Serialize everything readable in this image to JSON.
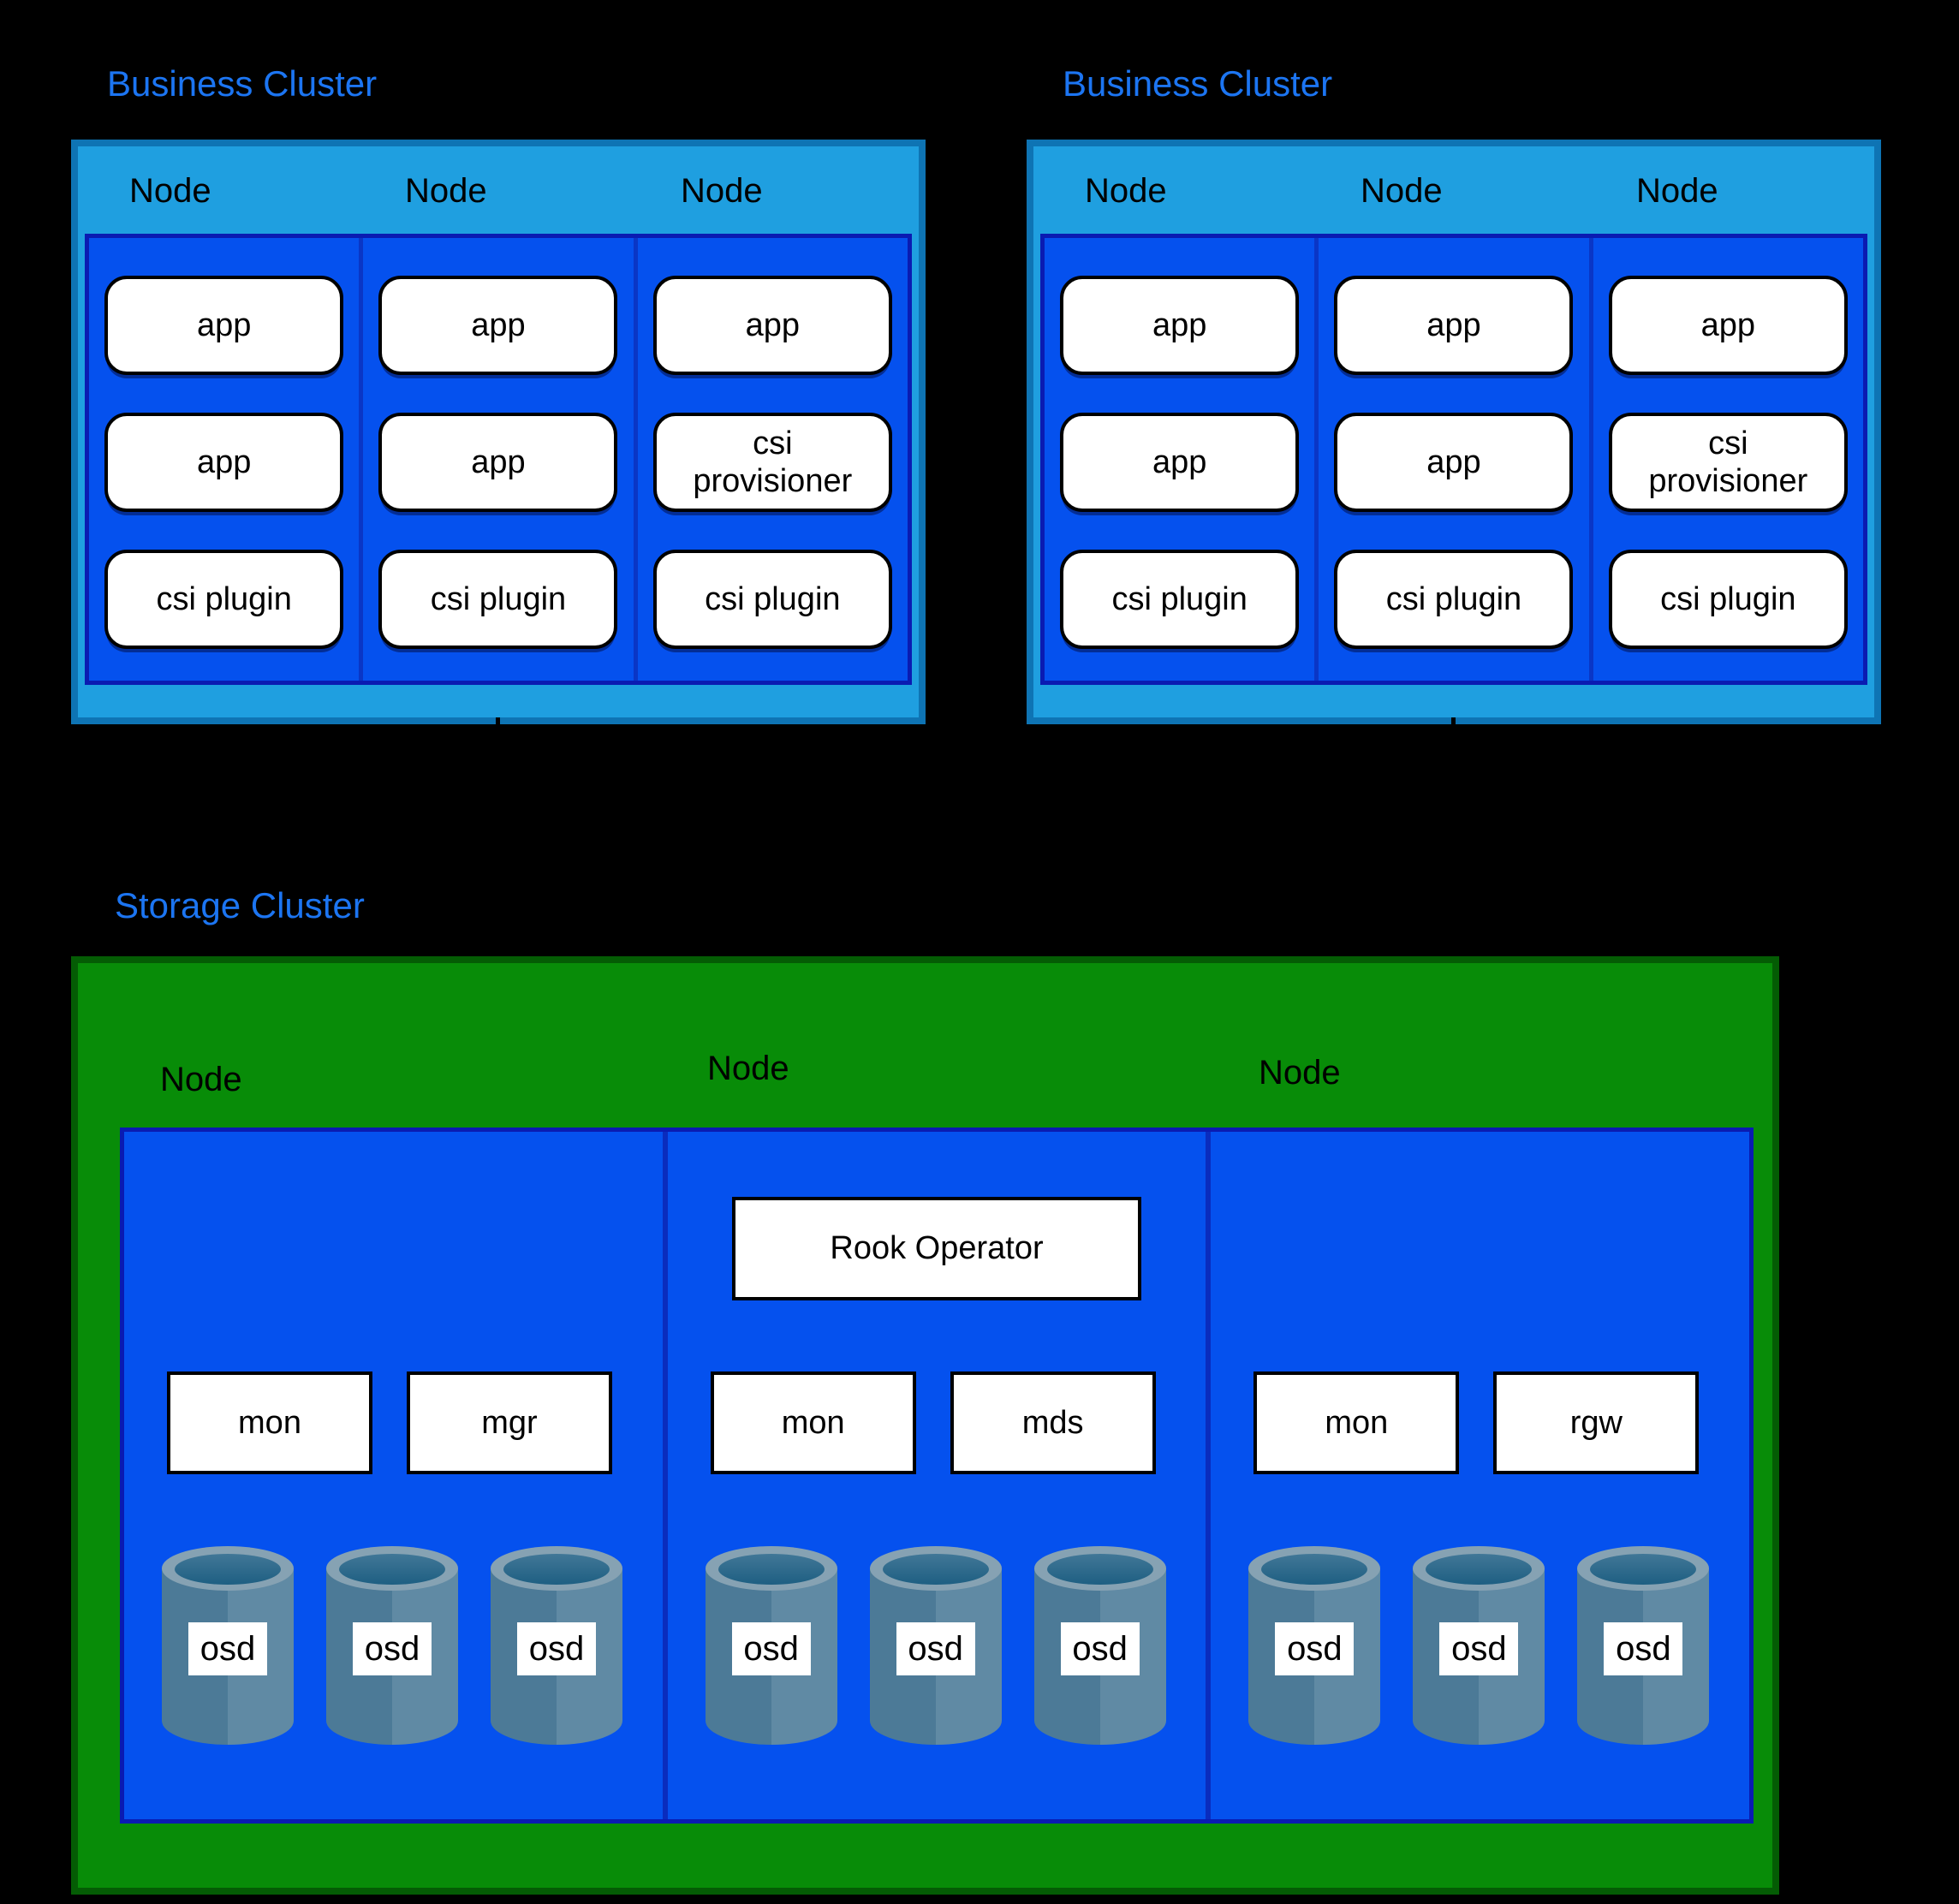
{
  "business_clusters": [
    {
      "title": "Business Cluster",
      "nodes": [
        {
          "label": "Node",
          "pods": [
            "app",
            "app",
            "csi plugin"
          ]
        },
        {
          "label": "Node",
          "pods": [
            "app",
            "app",
            "csi plugin"
          ]
        },
        {
          "label": "Node",
          "pods": [
            "app",
            "csi provisioner",
            "csi plugin"
          ]
        }
      ]
    },
    {
      "title": "Business Cluster",
      "nodes": [
        {
          "label": "Node",
          "pods": [
            "app",
            "app",
            "csi plugin"
          ]
        },
        {
          "label": "Node",
          "pods": [
            "app",
            "app",
            "csi plugin"
          ]
        },
        {
          "label": "Node",
          "pods": [
            "app",
            "csi provisioner",
            "csi plugin"
          ]
        }
      ]
    }
  ],
  "storage_cluster": {
    "title": "Storage Cluster",
    "nodes": [
      {
        "label": "Node",
        "daemons": [
          "mon",
          "mgr"
        ],
        "osds": [
          "osd",
          "osd",
          "osd"
        ]
      },
      {
        "label": "Node",
        "operator": "Rook Operator",
        "daemons": [
          "mon",
          "mds"
        ],
        "osds": [
          "osd",
          "osd",
          "osd"
        ]
      },
      {
        "label": "Node",
        "daemons": [
          "mon",
          "rgw"
        ],
        "osds": [
          "osd",
          "osd",
          "osd"
        ]
      }
    ]
  },
  "colors": {
    "background": "#000000",
    "title_text": "#1c75f2",
    "cluster_fill": "#1f9fe0",
    "cluster_border": "#0e74b4",
    "node_area_fill": "#0551ee",
    "node_area_border": "#0a1bb2",
    "node_divider": "#0a36c6",
    "storage_fill": "#088c08",
    "storage_border": "#045c04",
    "box_fill": "#ffffff",
    "box_border": "#000000",
    "cylinder_rim": "#86a2b3",
    "cylinder_hole_dark": "#1e5f82",
    "cylinder_body_left": "#4c7a97",
    "cylinder_body_right": "#608aa4"
  }
}
